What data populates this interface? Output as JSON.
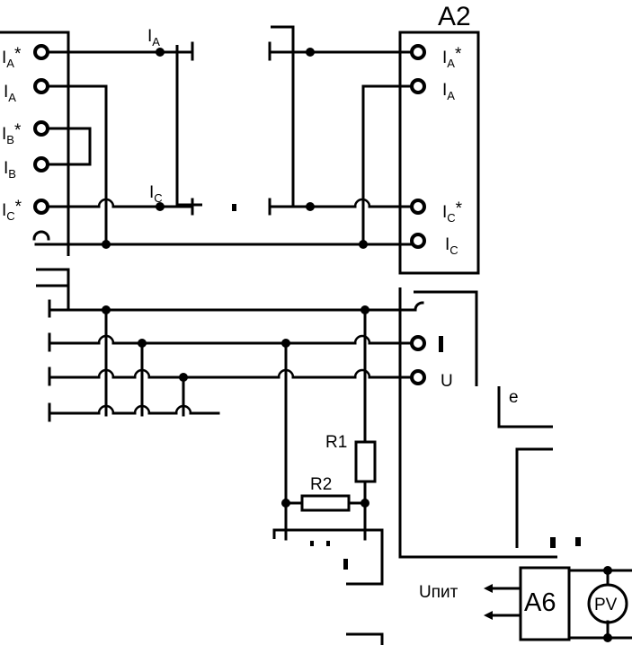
{
  "block_a2": {
    "title": "A2"
  },
  "block_a6": {
    "title": "A6"
  },
  "pv": {
    "label": "PV"
  },
  "supply": {
    "label": "Uпит"
  },
  "resistors": {
    "r1": "R1",
    "r2": "R2"
  },
  "wire_labels": {
    "ia": {
      "main": "I",
      "sub": "A"
    },
    "ic": {
      "main": "I",
      "sub": "C"
    }
  },
  "left_terminals": [
    {
      "main": "I",
      "sub": "A",
      "mark": "*"
    },
    {
      "main": "I",
      "sub": "A",
      "mark": ""
    },
    {
      "main": "I",
      "sub": "B",
      "mark": "*"
    },
    {
      "main": "I",
      "sub": "B",
      "mark": ""
    },
    {
      "main": "I",
      "sub": "C",
      "mark": "*"
    }
  ],
  "right_terminals": [
    {
      "main": "I",
      "sub": "A",
      "mark": "*"
    },
    {
      "main": "I",
      "sub": "A",
      "mark": ""
    },
    {
      "main": "I",
      "sub": "C",
      "mark": "*"
    },
    {
      "main": "I",
      "sub": "C",
      "mark": ""
    }
  ],
  "partial_labels": {
    "e_sym": "e",
    "voltage_fragment": "U"
  }
}
